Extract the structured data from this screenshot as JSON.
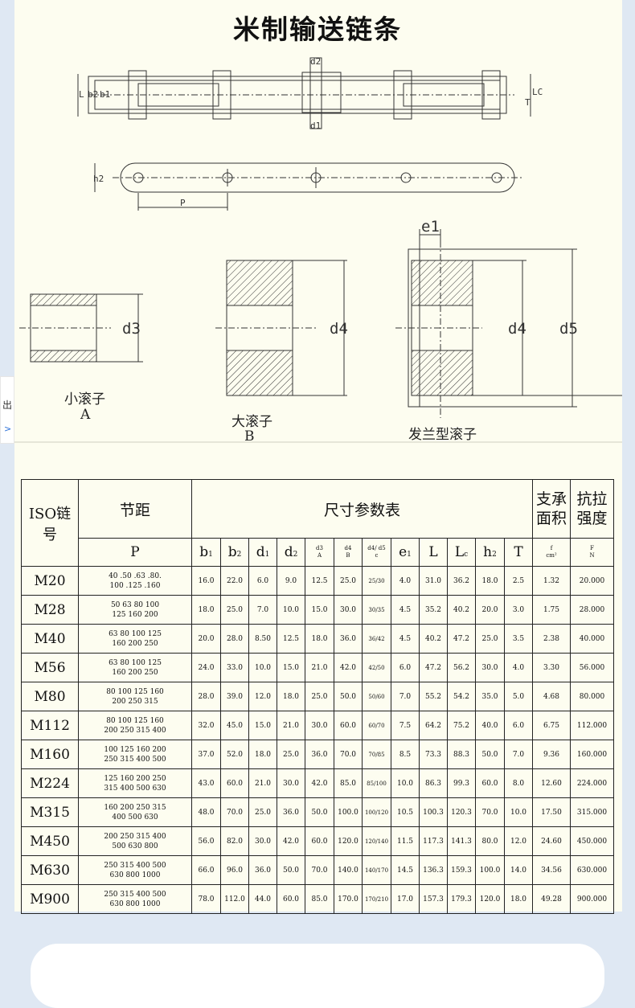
{
  "title": "米制输送链条",
  "side_tab": {
    "label": "出",
    "arrow": ">"
  },
  "drawing_labels": {
    "d1": "d1",
    "d2": "d2",
    "L": "L",
    "b2": "b2",
    "b1": "b1",
    "Lc": "LC",
    "T": "T",
    "h2": "h2",
    "P": "P",
    "e1": "e1",
    "d3": "d3",
    "d4": "d4",
    "d5": "d5",
    "roller_a_name": "小滚子",
    "roller_a_letter": "A",
    "roller_b_name": "大滚子",
    "roller_b_letter": "B",
    "roller_c_name": "发兰型滚子"
  },
  "table": {
    "iso_header": "ISO链号",
    "pitch_header": "节距",
    "pitch_symbol": "P",
    "dims_header": "尺寸参数表",
    "area_header": [
      "支承",
      "面积"
    ],
    "strength_header": [
      "抗拉",
      "强度"
    ],
    "col_b1": "b",
    "col_b1_sub": "1",
    "col_b2": "b",
    "col_b2_sub": "2",
    "col_d1": "d",
    "col_d1_sub": "1",
    "col_d2": "d",
    "col_d2_sub": "2",
    "col_d3": "d3",
    "col_d3_sub": "A",
    "col_d4": "d4",
    "col_d4_sub": "B",
    "col_d4d5": "d4/ d5",
    "col_d4d5_sub": "c",
    "col_e1": "e",
    "col_e1_sub": "1",
    "col_L": "L",
    "col_Lc": "L",
    "col_Lc_sub": "c",
    "col_h2": "h",
    "col_h2_sub": "2",
    "col_T": "T",
    "col_f": "f",
    "col_f_sub": "cm²",
    "col_F": "F",
    "col_F_sub": "N",
    "rows": [
      {
        "iso": "M20",
        "p1": "40 .50 .63 .80.",
        "p2": "100 .125 .160",
        "b1": "16.0",
        "b2": "22.0",
        "d1": "6.0",
        "d2": "9.0",
        "d3": "12.5",
        "d4": "25.0",
        "d45": "25/30",
        "e1": "4.0",
        "L": "31.0",
        "Lc": "36.2",
        "h2": "18.0",
        "T": "2.5",
        "f": "1.32",
        "F": "20.000"
      },
      {
        "iso": "M28",
        "p1": "50 63 80 100",
        "p2": "125 160 200",
        "b1": "18.0",
        "b2": "25.0",
        "d1": "7.0",
        "d2": "10.0",
        "d3": "15.0",
        "d4": "30.0",
        "d45": "30/35",
        "e1": "4.5",
        "L": "35.2",
        "Lc": "40.2",
        "h2": "20.0",
        "T": "3.0",
        "f": "1.75",
        "F": "28.000"
      },
      {
        "iso": "M40",
        "p1": "63 80 100 125",
        "p2": "160 200 250",
        "b1": "20.0",
        "b2": "28.0",
        "d1": "8.50",
        "d2": "12.5",
        "d3": "18.0",
        "d4": "36.0",
        "d45": "36/42",
        "e1": "4.5",
        "L": "40.2",
        "Lc": "47.2",
        "h2": "25.0",
        "T": "3.5",
        "f": "2.38",
        "F": "40.000"
      },
      {
        "iso": "M56",
        "p1": "63 80 100 125",
        "p2": "160 200 250",
        "b1": "24.0",
        "b2": "33.0",
        "d1": "10.0",
        "d2": "15.0",
        "d3": "21.0",
        "d4": "42.0",
        "d45": "42/50",
        "e1": "6.0",
        "L": "47.2",
        "Lc": "56.2",
        "h2": "30.0",
        "T": "4.0",
        "f": "3.30",
        "F": "56.000"
      },
      {
        "iso": "M80",
        "p1": "80 100 125 160",
        "p2": "200 250 315",
        "b1": "28.0",
        "b2": "39.0",
        "d1": "12.0",
        "d2": "18.0",
        "d3": "25.0",
        "d4": "50.0",
        "d45": "50/60",
        "e1": "7.0",
        "L": "55.2",
        "Lc": "54.2",
        "h2": "35.0",
        "T": "5.0",
        "f": "4.68",
        "F": "80.000"
      },
      {
        "iso": "M112",
        "p1": "80 100 125 160",
        "p2": "200 250 315 400",
        "b1": "32.0",
        "b2": "45.0",
        "d1": "15.0",
        "d2": "21.0",
        "d3": "30.0",
        "d4": "60.0",
        "d45": "60/70",
        "e1": "7.5",
        "L": "64.2",
        "Lc": "75.2",
        "h2": "40.0",
        "T": "6.0",
        "f": "6.75",
        "F": "112.000"
      },
      {
        "iso": "M160",
        "p1": "100 125 160 200",
        "p2": "250 315 400 500",
        "b1": "37.0",
        "b2": "52.0",
        "d1": "18.0",
        "d2": "25.0",
        "d3": "36.0",
        "d4": "70.0",
        "d45": "70/85",
        "e1": "8.5",
        "L": "73.3",
        "Lc": "88.3",
        "h2": "50.0",
        "T": "7.0",
        "f": "9.36",
        "F": "160.000"
      },
      {
        "iso": "M224",
        "p1": "125 160 200 250",
        "p2": "315 400 500 630",
        "b1": "43.0",
        "b2": "60.0",
        "d1": "21.0",
        "d2": "30.0",
        "d3": "42.0",
        "d4": "85.0",
        "d45": "85/100",
        "e1": "10.0",
        "L": "86.3",
        "Lc": "99.3",
        "h2": "60.0",
        "T": "8.0",
        "f": "12.60",
        "F": "224.000"
      },
      {
        "iso": "M315",
        "p1": "160 200 250 315",
        "p2": "400 500 630",
        "b1": "48.0",
        "b2": "70.0",
        "d1": "25.0",
        "d2": "36.0",
        "d3": "50.0",
        "d4": "100.0",
        "d45": "100/120",
        "e1": "10.5",
        "L": "100.3",
        "Lc": "120.3",
        "h2": "70.0",
        "T": "10.0",
        "f": "17.50",
        "F": "315.000"
      },
      {
        "iso": "M450",
        "p1": "200 250 315 400",
        "p2": "500 630 800",
        "b1": "56.0",
        "b2": "82.0",
        "d1": "30.0",
        "d2": "42.0",
        "d3": "60.0",
        "d4": "120.0",
        "d45": "120/140",
        "e1": "11.5",
        "L": "117.3",
        "Lc": "141.3",
        "h2": "80.0",
        "T": "12.0",
        "f": "24.60",
        "F": "450.000"
      },
      {
        "iso": "M630",
        "p1": "250 315 400 500",
        "p2": "630 800 1000",
        "b1": "66.0",
        "b2": "96.0",
        "d1": "36.0",
        "d2": "50.0",
        "d3": "70.0",
        "d4": "140.0",
        "d45": "140/170",
        "e1": "14.5",
        "L": "136.3",
        "Lc": "159.3",
        "h2": "100.0",
        "T": "14.0",
        "f": "34.56",
        "F": "630.000"
      },
      {
        "iso": "M900",
        "p1": "250 315 400 500",
        "p2": "630 800 1000",
        "b1": "78.0",
        "b2": "112.0",
        "d1": "44.0",
        "d2": "60.0",
        "d3": "85.0",
        "d4": "170.0",
        "d45": "170/210",
        "e1": "17.0",
        "L": "157.3",
        "Lc": "179.3",
        "h2": "120.0",
        "T": "18.0",
        "f": "49.28",
        "F": "900.000"
      }
    ]
  }
}
